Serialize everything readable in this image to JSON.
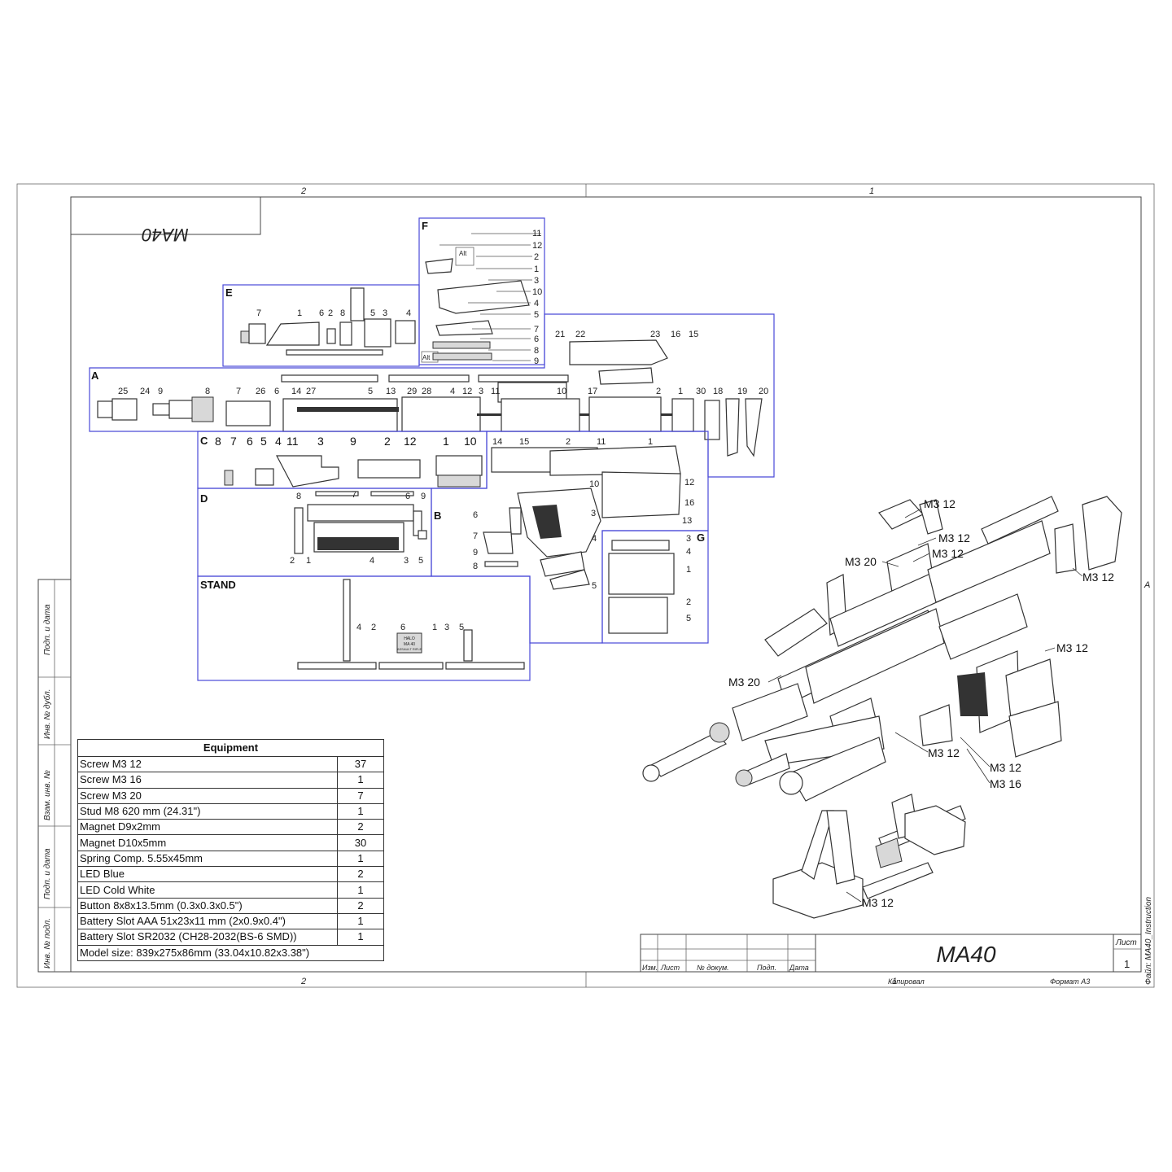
{
  "frame": {
    "zone_top_left": "2",
    "zone_top_right": "1",
    "zone_bottom_left": "2",
    "zone_bottom_right": "1",
    "zone_side": "A",
    "mirrored_title": "MA40"
  },
  "side_stamps": [
    "Подп. и дата",
    "Инв. № дубл.",
    "Взам. инв. №",
    "Подп. и дата",
    "Инв. № подл."
  ],
  "sections": {
    "F": "F",
    "E": "E",
    "A": "A",
    "C": "C",
    "B": "B",
    "D": "D",
    "G": "G",
    "STAND": "STAND"
  },
  "alt": "Alt",
  "callouts": [
    "M3 12",
    "M3 12",
    "M3 20",
    "M3 12",
    "M3 12",
    "M3 12",
    "M3 20",
    "M3 12",
    "M3 12",
    "M3 16",
    "M3 12"
  ],
  "equipment": {
    "title": "Equipment",
    "rows": [
      {
        "name": "Screw M3 12",
        "qty": "37"
      },
      {
        "name": "Screw M3 16",
        "qty": "1"
      },
      {
        "name": "Screw M3 20",
        "qty": "7"
      },
      {
        "name": "Stud M8 620 mm (24.31\")",
        "qty": "1"
      },
      {
        "name": "Magnet D9x2mm",
        "qty": "2"
      },
      {
        "name": "Magnet D10x5mm",
        "qty": "30"
      },
      {
        "name": "Spring Comp. 5.55x45mm",
        "qty": "1"
      },
      {
        "name": "LED Blue",
        "qty": "2"
      },
      {
        "name": "LED Cold White",
        "qty": "1"
      },
      {
        "name": "Button 8x8x13.5mm (0.3x0.3x0.5\")",
        "qty": "2"
      },
      {
        "name": "Battery Slot AAA 51x23x11 mm (2x0.9x0.4\")",
        "qty": "1"
      },
      {
        "name": "Battery Slot SR2032 (CH28-2032(BS-6 SMD))",
        "qty": "1"
      }
    ],
    "model_size": "Model size: 839x275x86mm (33.04x10.82x3.38\")"
  },
  "title_block": {
    "title": "MA40",
    "sheet_label": "Лист",
    "sheet_number": "1",
    "headers": [
      "Изм.",
      "Лист",
      "№ докум.",
      "Подп.",
      "Дата"
    ],
    "file_label": "Файл: MA40_Instruction",
    "sheet_count": "1",
    "copied": "Копировал",
    "format": "Формат А3"
  },
  "part_numbers": {
    "F": [
      "11",
      "12",
      "2",
      "1",
      "3",
      "10",
      "4",
      "5",
      "7",
      "6",
      "8",
      "9"
    ],
    "E": [
      "7",
      "1",
      "6",
      "2",
      "8",
      "5",
      "3",
      "4"
    ],
    "A": [
      "25",
      "24",
      "9",
      "8",
      "7",
      "26",
      "6",
      "14",
      "27",
      "5",
      "13",
      "29",
      "28",
      "4",
      "12",
      "3",
      "11",
      "10",
      "17",
      "2",
      "1",
      "30",
      "18",
      "19",
      "20",
      "21",
      "22",
      "23",
      "16",
      "15"
    ],
    "C": [
      "8",
      "7",
      "6",
      "5",
      "4",
      "11",
      "3",
      "9",
      "2",
      "12",
      "1",
      "10"
    ],
    "B": [
      "14",
      "15",
      "2",
      "11",
      "1",
      "10",
      "12",
      "16",
      "13",
      "6",
      "3",
      "7",
      "9",
      "8",
      "4",
      "5"
    ],
    "D": [
      "8",
      "7",
      "6",
      "9",
      "2",
      "1",
      "4",
      "3",
      "5"
    ],
    "G": [
      "3",
      "4",
      "1",
      "2",
      "5"
    ],
    "STAND": [
      "4",
      "2",
      "6",
      "1",
      "3",
      "5"
    ]
  },
  "plate_text": [
    "HALO",
    "MA 40",
    "ASSAULT RIFLE"
  ]
}
